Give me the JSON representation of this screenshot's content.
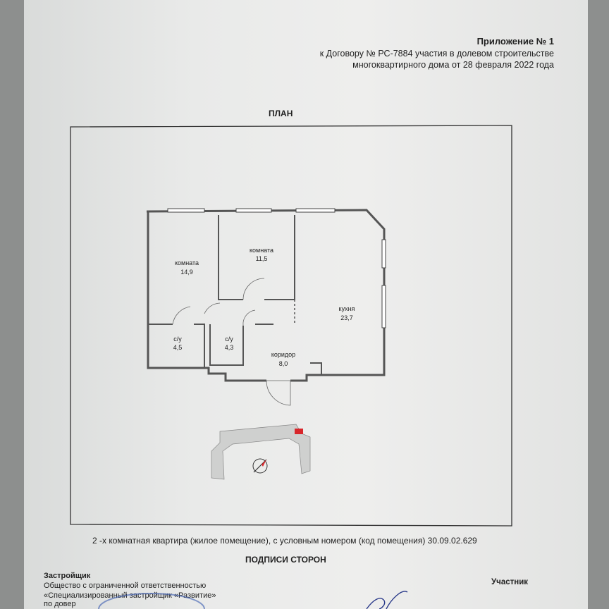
{
  "header": {
    "title": "Приложение № 1",
    "line1": "к Договору № РС-7884 участия в долевом строительстве",
    "line2": "многоквартирного дома от 28 февраля 2022 года"
  },
  "plan_title": "ПЛАН",
  "rooms": [
    {
      "name": "комната",
      "area": "14,9"
    },
    {
      "name": "комната",
      "area": "11,5"
    },
    {
      "name": "кухня",
      "area": "23,7"
    },
    {
      "name": "с/у",
      "area": "4,5"
    },
    {
      "name": "с/у",
      "area": "4,3"
    },
    {
      "name": "коридор",
      "area": "8,0"
    }
  ],
  "description": "2 -х комнатная квартира (жилое помещение), с условным номером (код помещения) 30.09.02.629",
  "signatures_title": "ПОДПИСИ СТОРОН",
  "developer": {
    "label": "Застройщик",
    "line1": "Общество с ограниченной ответственностью",
    "line2": "«Специализированный застройщик «Развитие»",
    "line3": "по довер"
  },
  "participant": {
    "label": "Участник"
  },
  "colors": {
    "highlight": "#d8262b",
    "paper": "#eeeeed"
  }
}
